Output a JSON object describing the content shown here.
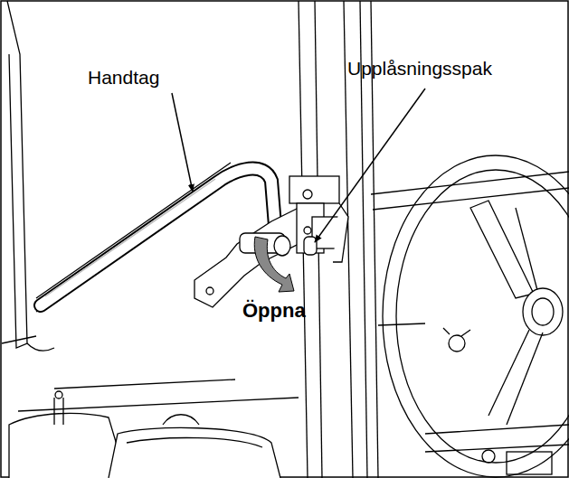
{
  "diagram": {
    "labels": [
      "Handtag",
      "Upplåsningsspak",
      "Öppna"
    ]
  }
}
